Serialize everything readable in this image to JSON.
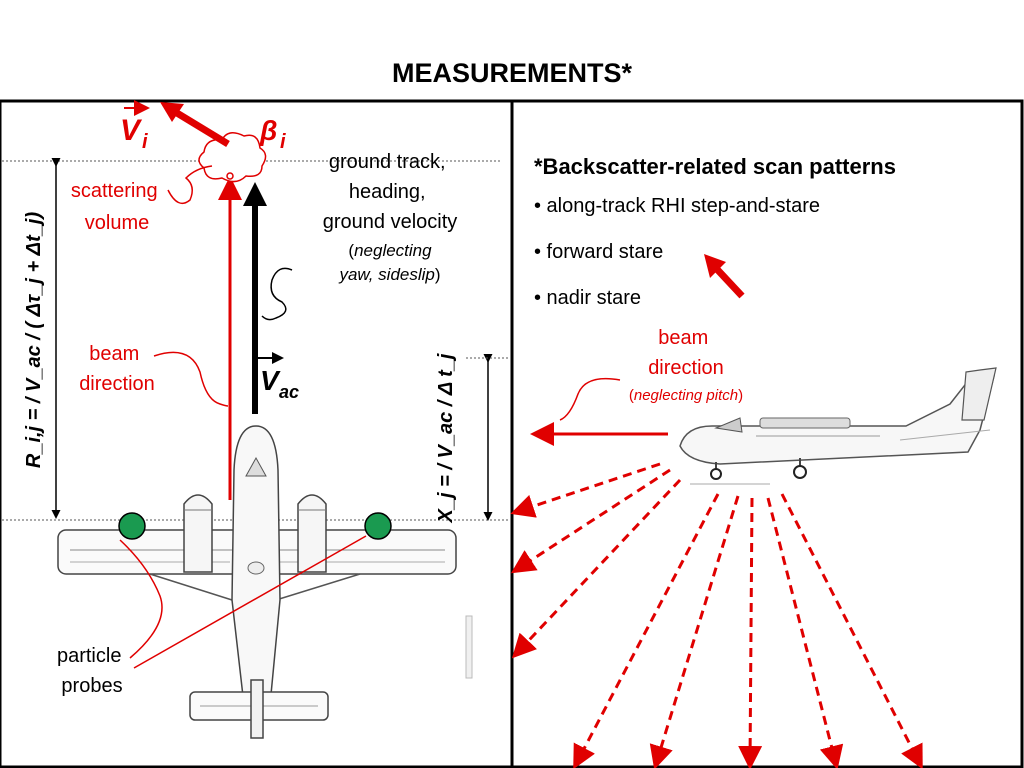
{
  "slide": {
    "title": "MEASUREMENTS*"
  },
  "left_panel": {
    "vi_label": "V",
    "vi_sub": "i",
    "beta_label": "β",
    "beta_sub": "i",
    "scattering_volume": [
      "scattering",
      "volume"
    ],
    "ground_track": [
      "ground track,",
      "heading,",
      "ground velocity"
    ],
    "neglecting_open": "(",
    "neglecting_text": "neglecting",
    "yaw_text": "yaw, sideslip",
    "neglecting_close": ")",
    "beam_direction": [
      "beam",
      "direction"
    ],
    "vac_label": "V",
    "vac_sub": "ac",
    "range_formula": "R_i,j = / V_ac / ( Δτ_j + Δt_j)",
    "x_formula": "X_j = / V_ac / Δ t_j",
    "particle_probes": [
      "particle",
      "probes"
    ]
  },
  "right_panel": {
    "header": "*Backscatter-related scan patterns",
    "bullets": [
      "• along-track RHI step-and-stare",
      "• forward stare",
      "• nadir stare"
    ],
    "beam_direction": [
      "beam",
      "direction"
    ],
    "neglecting_pitch_open": "(",
    "neglecting_pitch": "neglecting pitch",
    "neglecting_pitch_close": ")"
  },
  "colors": {
    "accent": "#e00000",
    "probe": "#1a9a50",
    "frame": "#000000"
  }
}
